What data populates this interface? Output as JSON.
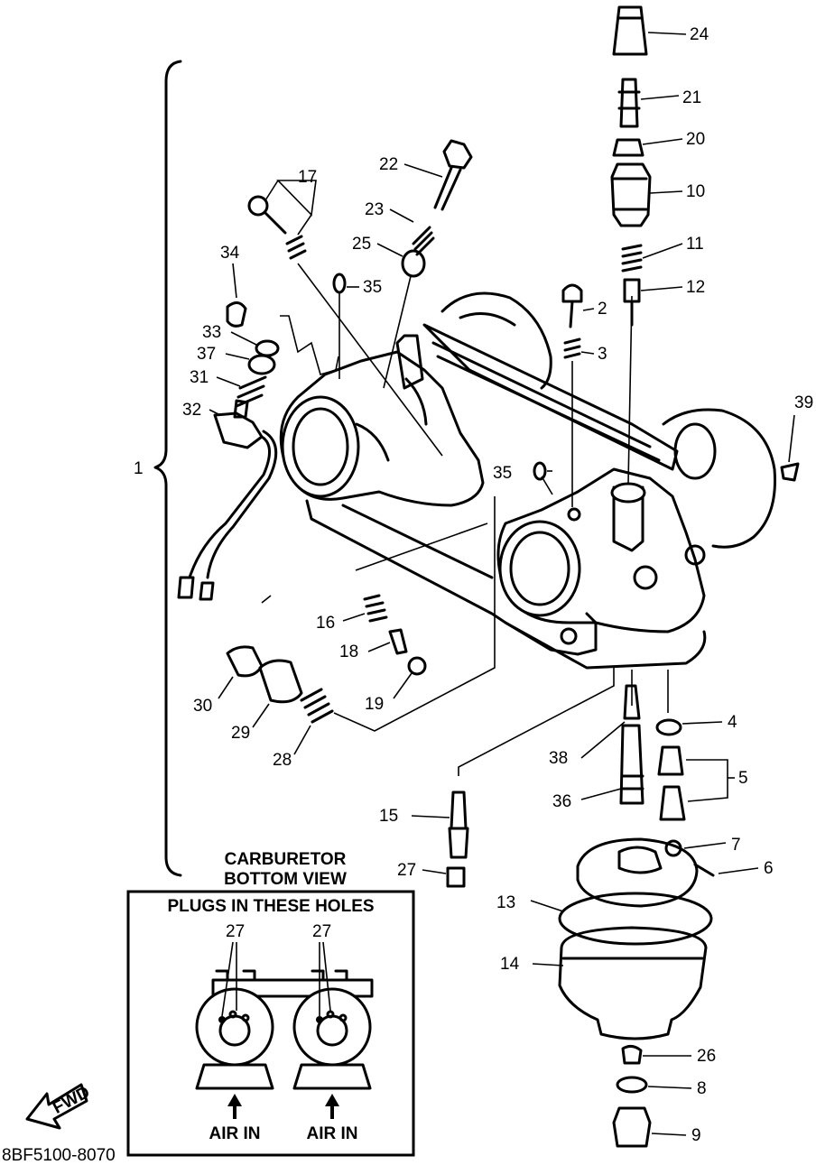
{
  "diagram": {
    "drawing_code": "8BF5100-8070",
    "assembly_label": "1",
    "parts": [
      {
        "id": "p2",
        "label": "2"
      },
      {
        "id": "p3",
        "label": "3"
      },
      {
        "id": "p4",
        "label": "4"
      },
      {
        "id": "p5",
        "label": "5"
      },
      {
        "id": "p6",
        "label": "6"
      },
      {
        "id": "p7",
        "label": "7"
      },
      {
        "id": "p8",
        "label": "8"
      },
      {
        "id": "p9",
        "label": "9"
      },
      {
        "id": "p10",
        "label": "10"
      },
      {
        "id": "p11",
        "label": "11"
      },
      {
        "id": "p12",
        "label": "12"
      },
      {
        "id": "p13",
        "label": "13"
      },
      {
        "id": "p14",
        "label": "14"
      },
      {
        "id": "p15",
        "label": "15"
      },
      {
        "id": "p16",
        "label": "16"
      },
      {
        "id": "p17",
        "label": "17"
      },
      {
        "id": "p18",
        "label": "18"
      },
      {
        "id": "p19",
        "label": "19"
      },
      {
        "id": "p20",
        "label": "20"
      },
      {
        "id": "p21",
        "label": "21"
      },
      {
        "id": "p22",
        "label": "22"
      },
      {
        "id": "p23",
        "label": "23"
      },
      {
        "id": "p24",
        "label": "24"
      },
      {
        "id": "p25",
        "label": "25"
      },
      {
        "id": "p26",
        "label": "26"
      },
      {
        "id": "p27",
        "label": "27"
      },
      {
        "id": "p28",
        "label": "28"
      },
      {
        "id": "p29",
        "label": "29"
      },
      {
        "id": "p30",
        "label": "30"
      },
      {
        "id": "p31",
        "label": "31"
      },
      {
        "id": "p32",
        "label": "32"
      },
      {
        "id": "p33",
        "label": "33"
      },
      {
        "id": "p34",
        "label": "34"
      },
      {
        "id": "p35a",
        "label": "35"
      },
      {
        "id": "p35b",
        "label": "35"
      },
      {
        "id": "p36",
        "label": "36"
      },
      {
        "id": "p37",
        "label": "37"
      },
      {
        "id": "p38",
        "label": "38"
      },
      {
        "id": "p39",
        "label": "39"
      }
    ],
    "bottom_view": {
      "title_line1": "CARBURETOR",
      "title_line2": "BOTTOM VIEW",
      "box_heading": "PLUGS IN THESE HOLES",
      "left_plug_label": "27",
      "right_plug_label": "27",
      "left_air_label": "AIR IN",
      "right_air_label": "AIR IN"
    },
    "fwd_label": "FWD"
  }
}
